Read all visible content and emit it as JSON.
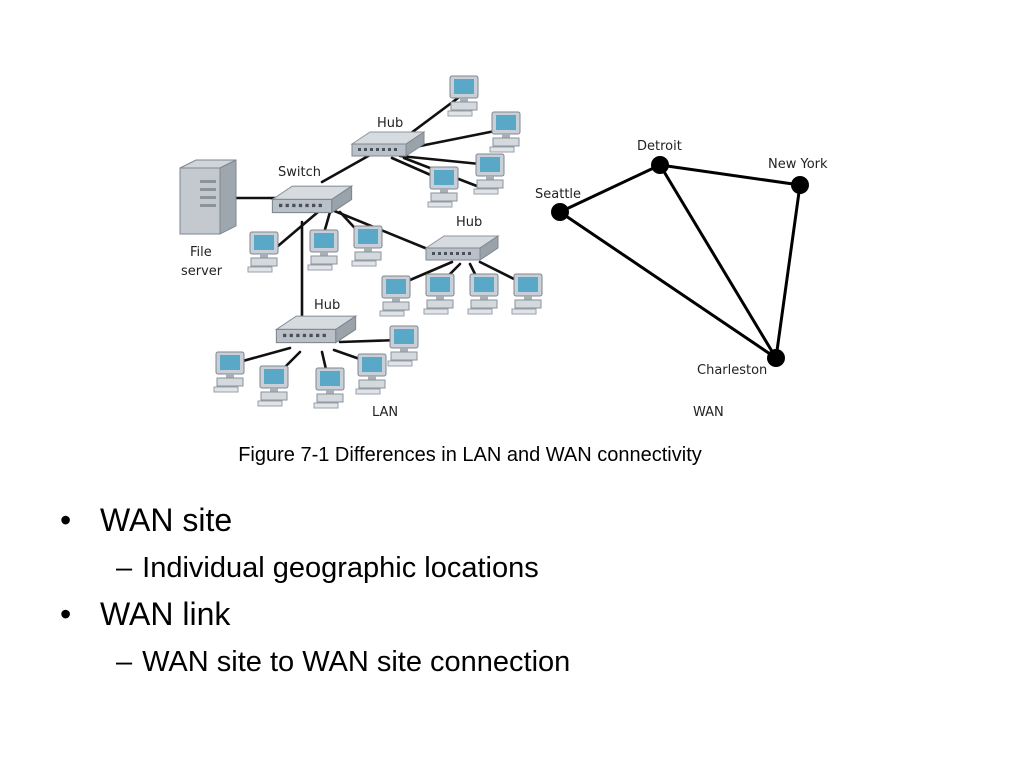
{
  "diagram": {
    "lan": {
      "label": "LAN",
      "switch_label": "Switch",
      "hub_labels": [
        "Hub",
        "Hub",
        "Hub"
      ],
      "file_server_label": [
        "File",
        "server"
      ]
    },
    "wan": {
      "label": "WAN",
      "sites": [
        "Seattle",
        "Detroit",
        "New York",
        "Charleston"
      ],
      "links": [
        [
          "Seattle",
          "Detroit"
        ],
        [
          "Detroit",
          "New York"
        ],
        [
          "Detroit",
          "Charleston"
        ],
        [
          "New York",
          "Charleston"
        ],
        [
          "Seattle",
          "Charleston"
        ]
      ]
    }
  },
  "caption": "Figure 7-1 Differences in LAN and WAN connectivity",
  "bullets": [
    {
      "text": "WAN site",
      "sub": "Individual geographic locations"
    },
    {
      "text": "WAN link",
      "sub": "WAN site to WAN site connection"
    }
  ],
  "colors": {
    "device": "#b9c0c8",
    "screen": "#5aa8c8",
    "node": "#000000"
  }
}
